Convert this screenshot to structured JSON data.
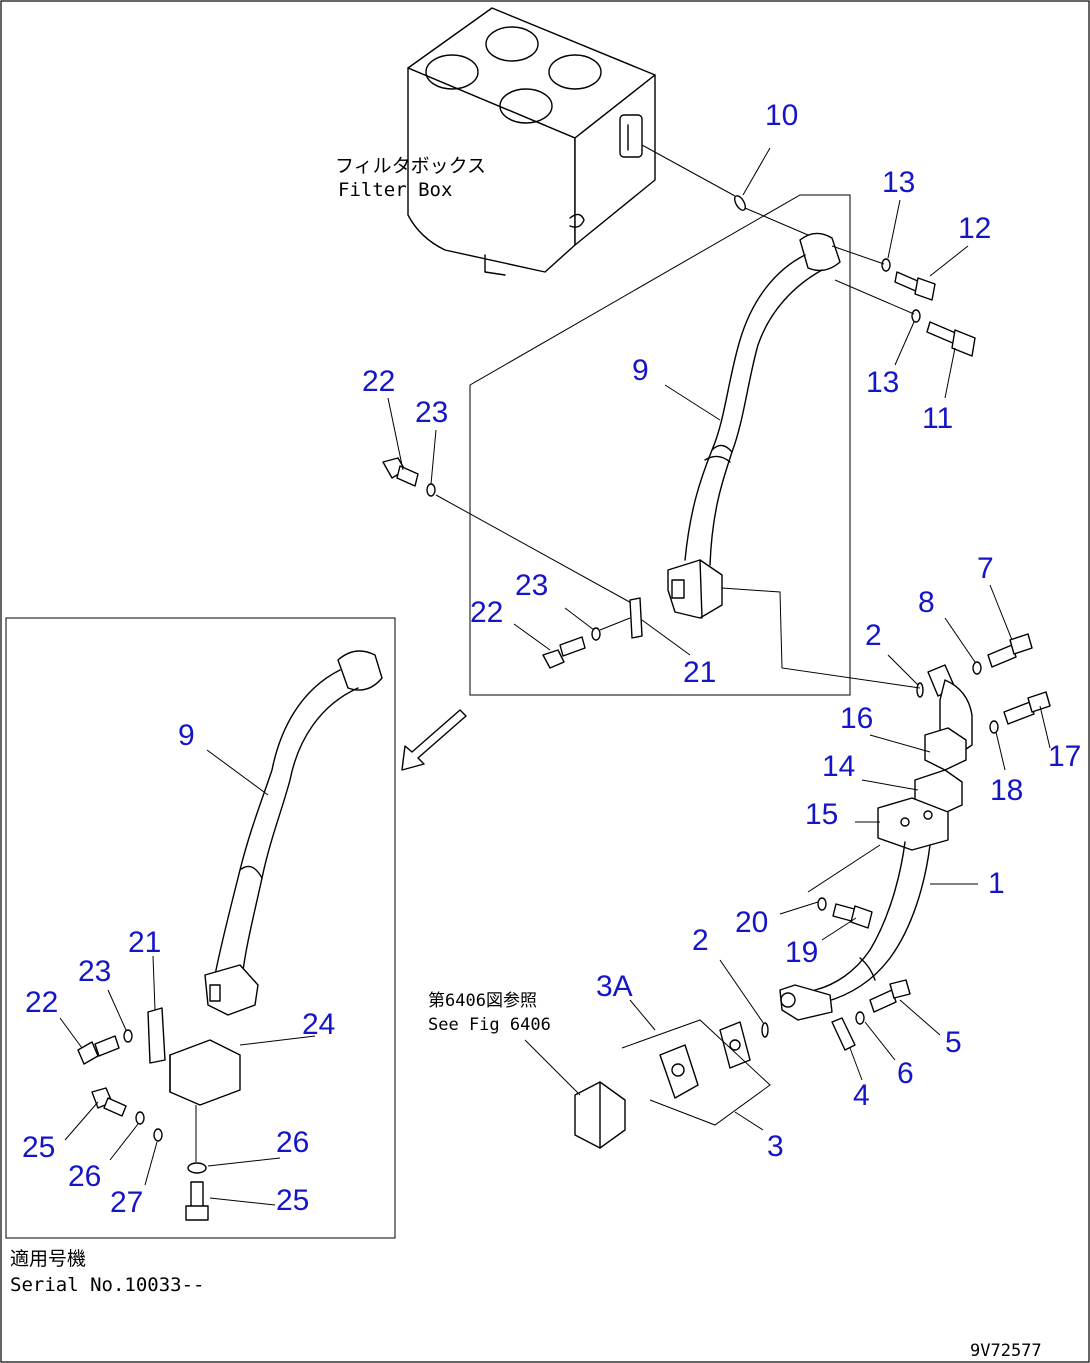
{
  "notes": {
    "filter_box_jp": "フィルタボックス",
    "filter_box_en": "Filter Box",
    "see_fig_jp": "第6406図参照",
    "see_fig_en": "See Fig 6406",
    "serial_jp": "適用号機",
    "serial_en": "Serial No.10033--",
    "drawing_code": "9V72577"
  },
  "callouts": {
    "c10": "10",
    "c13a": "13",
    "c12": "12",
    "c13b": "13",
    "c11": "11",
    "c9": "9",
    "c22a": "22",
    "c23a": "23",
    "c23b": "23",
    "c22b": "22",
    "c21": "21",
    "c7": "7",
    "c8": "8",
    "c2a": "2",
    "c16": "16",
    "c17": "17",
    "c14": "14",
    "c18": "18",
    "c15": "15",
    "c1": "1",
    "c20": "20",
    "c19": "19",
    "c2b": "2",
    "c3A": "3A",
    "c5": "5",
    "c6": "6",
    "c4": "4",
    "c3": "3",
    "d9": "9",
    "d21": "21",
    "d23": "23",
    "d22": "22",
    "d24": "24",
    "d25a": "25",
    "d26a": "26",
    "d27": "27",
    "d26b": "26",
    "d25b": "25"
  }
}
